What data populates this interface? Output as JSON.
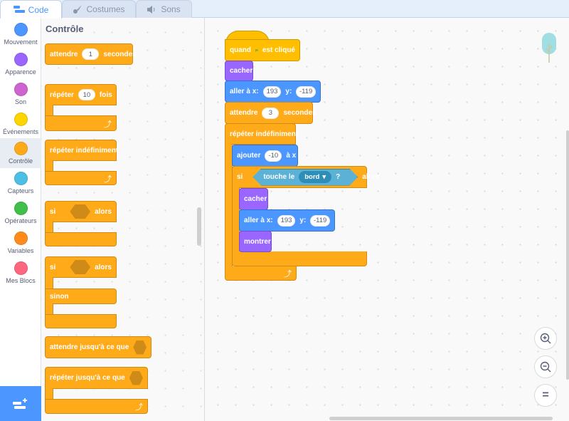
{
  "tabs": [
    {
      "label": "Code",
      "icon": "code-icon",
      "active": true
    },
    {
      "label": "Costumes",
      "icon": "brush-icon",
      "active": false
    },
    {
      "label": "Sons",
      "icon": "speaker-icon",
      "active": false
    }
  ],
  "categories": [
    {
      "label": "Mouvement",
      "color": "#4c97ff"
    },
    {
      "label": "Apparence",
      "color": "#9966ff"
    },
    {
      "label": "Son",
      "color": "#cf63cf"
    },
    {
      "label": "Événements",
      "color": "#ffd500"
    },
    {
      "label": "Contrôle",
      "color": "#ffab19",
      "active": true
    },
    {
      "label": "Capteurs",
      "color": "#4cbfe6"
    },
    {
      "label": "Opérateurs",
      "color": "#40bf4a"
    },
    {
      "label": "Variables",
      "color": "#ff8c1a"
    },
    {
      "label": "Mes Blocs",
      "color": "#ff6680"
    }
  ],
  "palette": {
    "title": "Contrôle",
    "wait": {
      "label1": "attendre",
      "value": "1",
      "label2": "secondes"
    },
    "repeat": {
      "label1": "répéter",
      "value": "10",
      "label2": "fois"
    },
    "forever": {
      "label": "répéter indéfiniment"
    },
    "if_then": {
      "label1": "si",
      "label2": "alors"
    },
    "if_else": {
      "label1": "si",
      "label2": "alors",
      "label3": "sinon"
    },
    "wait_until": {
      "label": "attendre jusqu'à ce que"
    },
    "repeat_until": {
      "label": "répéter jusqu'à ce que"
    }
  },
  "script": {
    "hat": {
      "label1": "quand",
      "label2": "est cliqué"
    },
    "hide1": "cacher",
    "goto1": {
      "label1": "aller à x:",
      "x": "193",
      "label2": "y:",
      "y": "-119"
    },
    "wait": {
      "label1": "attendre",
      "value": "3",
      "label2": "secondes"
    },
    "forever": "répéter indéfiniment",
    "change_x": {
      "label1": "ajouter",
      "value": "-10",
      "label2": "à x"
    },
    "if": {
      "label1": "si",
      "label2": "alors"
    },
    "touching": {
      "label": "touche le",
      "option": "bord",
      "q": "?"
    },
    "hide2": "cacher",
    "goto2": {
      "label1": "aller à x:",
      "x": "193",
      "label2": "y:",
      "y": "-119"
    },
    "show": "montrer"
  },
  "zoom_controls": {
    "zoom_in": "zoom-in-icon",
    "zoom_out": "zoom-out-icon",
    "reset": "="
  },
  "colors": {
    "accent": "#4c97ff",
    "control": "#ffab19",
    "events": "#ffbf00",
    "looks": "#9966ff",
    "motion": "#4c97ff",
    "sensing": "#5cb1d6"
  }
}
